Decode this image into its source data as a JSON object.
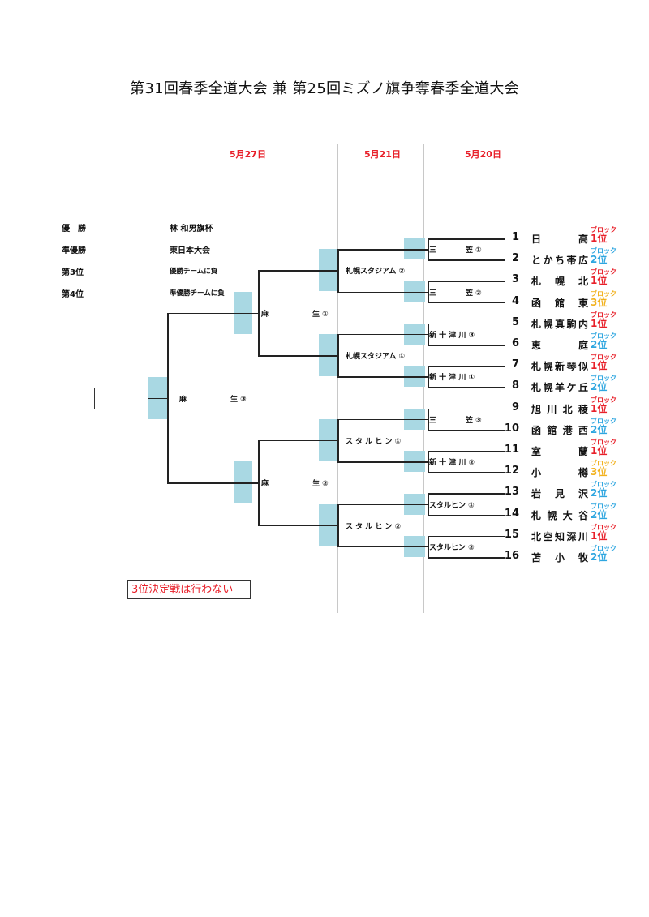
{
  "title": "第31回春季全道大会 兼 第25回ミズノ旗争奪春季全道大会",
  "dates": {
    "final_rounds": "5月27日",
    "round2": "5月21日",
    "round1": "5月20日"
  },
  "awards": [
    {
      "place": "優　勝",
      "prize": "林 和男旗杯"
    },
    {
      "place": "準優勝",
      "prize": "東日本大会"
    },
    {
      "place": "第3位",
      "prize": "優勝チームに負"
    },
    {
      "place": "第4位",
      "prize": "準優勝チームに負"
    }
  ],
  "final_venue": "麻　　　　　　生 ③",
  "semifinal_venues": [
    "麻　　　　　　生 ①",
    "麻　　　　　　生 ②"
  ],
  "round2_venues": [
    "札幌スタジアム ②",
    "札幌スタジアム ①",
    "ス タ ル ヒ ン ①",
    "ス タ ル ヒ ン ②"
  ],
  "round1_venues": [
    "三　　　　笠 ①",
    "三　　　　笠 ②",
    "新 十 津 川 ③",
    "新 十 津 川 ①",
    "三　　　　笠 ③",
    "新 十 津 川 ②",
    "スタルヒン ①",
    "スタルヒン ②"
  ],
  "teams": [
    {
      "no": "1",
      "name": [
        "日",
        "高"
      ],
      "block": "ブロック",
      "rank": "1位",
      "color": "#e8202a"
    },
    {
      "no": "2",
      "name": [
        "と",
        "か",
        "ち",
        "帯",
        "広"
      ],
      "block": "ブロック",
      "rank": "2位",
      "color": "#2ea6e0"
    },
    {
      "no": "3",
      "name": [
        "札",
        "幌",
        "北"
      ],
      "block": "ブロック",
      "rank": "1位",
      "color": "#e8202a"
    },
    {
      "no": "4",
      "name": [
        "函",
        "館",
        "東"
      ],
      "block": "ブロック",
      "rank": "3位",
      "color": "#f2b11c"
    },
    {
      "no": "5",
      "name": [
        "札",
        "幌",
        "真",
        "駒",
        "内"
      ],
      "block": "ブロック",
      "rank": "1位",
      "color": "#e8202a"
    },
    {
      "no": "6",
      "name": [
        "恵",
        "庭"
      ],
      "block": "ブロック",
      "rank": "2位",
      "color": "#2ea6e0"
    },
    {
      "no": "7",
      "name": [
        "札",
        "幌",
        "新",
        "琴",
        "似"
      ],
      "block": "ブロック",
      "rank": "1位",
      "color": "#e8202a"
    },
    {
      "no": "8",
      "name": [
        "札",
        "幌",
        "羊",
        "ケ",
        "丘"
      ],
      "block": "ブロック",
      "rank": "2位",
      "color": "#2ea6e0"
    },
    {
      "no": "9",
      "name": [
        "旭",
        "川",
        "北",
        "稜"
      ],
      "block": "ブロック",
      "rank": "1位",
      "color": "#e8202a"
    },
    {
      "no": "10",
      "name": [
        "函",
        "館",
        "港",
        "西"
      ],
      "block": "ブロック",
      "rank": "2位",
      "color": "#2ea6e0"
    },
    {
      "no": "11",
      "name": [
        "室",
        "蘭"
      ],
      "block": "ブロック",
      "rank": "1位",
      "color": "#e8202a"
    },
    {
      "no": "12",
      "name": [
        "小",
        "樽"
      ],
      "block": "ブロック",
      "rank": "3位",
      "color": "#f2b11c"
    },
    {
      "no": "13",
      "name": [
        "岩",
        "見",
        "沢"
      ],
      "block": "ブロック",
      "rank": "2位",
      "color": "#2ea6e0"
    },
    {
      "no": "14",
      "name": [
        "札",
        "幌",
        "大",
        "谷"
      ],
      "block": "ブロック",
      "rank": "2位",
      "color": "#2ea6e0"
    },
    {
      "no": "15",
      "name": [
        "北",
        "空",
        "知",
        "深",
        "川"
      ],
      "block": "ブロック",
      "rank": "1位",
      "color": "#e8202a"
    },
    {
      "no": "16",
      "name": [
        "苫",
        "小",
        "牧"
      ],
      "block": "ブロック",
      "rank": "2位",
      "color": "#2ea6e0"
    }
  ],
  "note": "3位決定戦は行わない",
  "colors": {
    "highlight": "#a9d8e3",
    "date_red": "#e8202a",
    "rank1": "#e8202a",
    "rank2": "#2ea6e0",
    "rank3": "#f2b11c"
  }
}
